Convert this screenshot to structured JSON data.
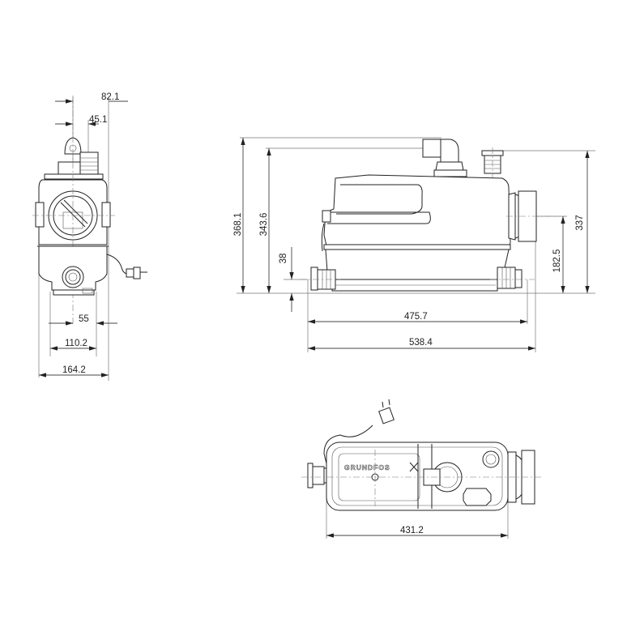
{
  "drawing": {
    "brand_label": "GRUNDFOS",
    "units": "mm"
  },
  "front_view": {
    "dimensions": {
      "outlet_offset_top": "82.1",
      "inlet_offset_top": "45.1",
      "bottom_outlet_offset": "55",
      "foot_width": "110.2",
      "overall_width": "164.2"
    }
  },
  "side_view": {
    "dimensions": {
      "overall_height": "368.1",
      "pipe_height": "343.6",
      "bottom_inlet_height": "38",
      "right_inlet_center_height": "182.5",
      "top_inlet_height": "337",
      "base_length": "475.7",
      "overall_length": "538.4"
    }
  },
  "top_view": {
    "dimensions": {
      "body_length": "431.2"
    }
  },
  "colors": {
    "line": "#222222",
    "dimension": "#444444",
    "background": "#ffffff"
  }
}
